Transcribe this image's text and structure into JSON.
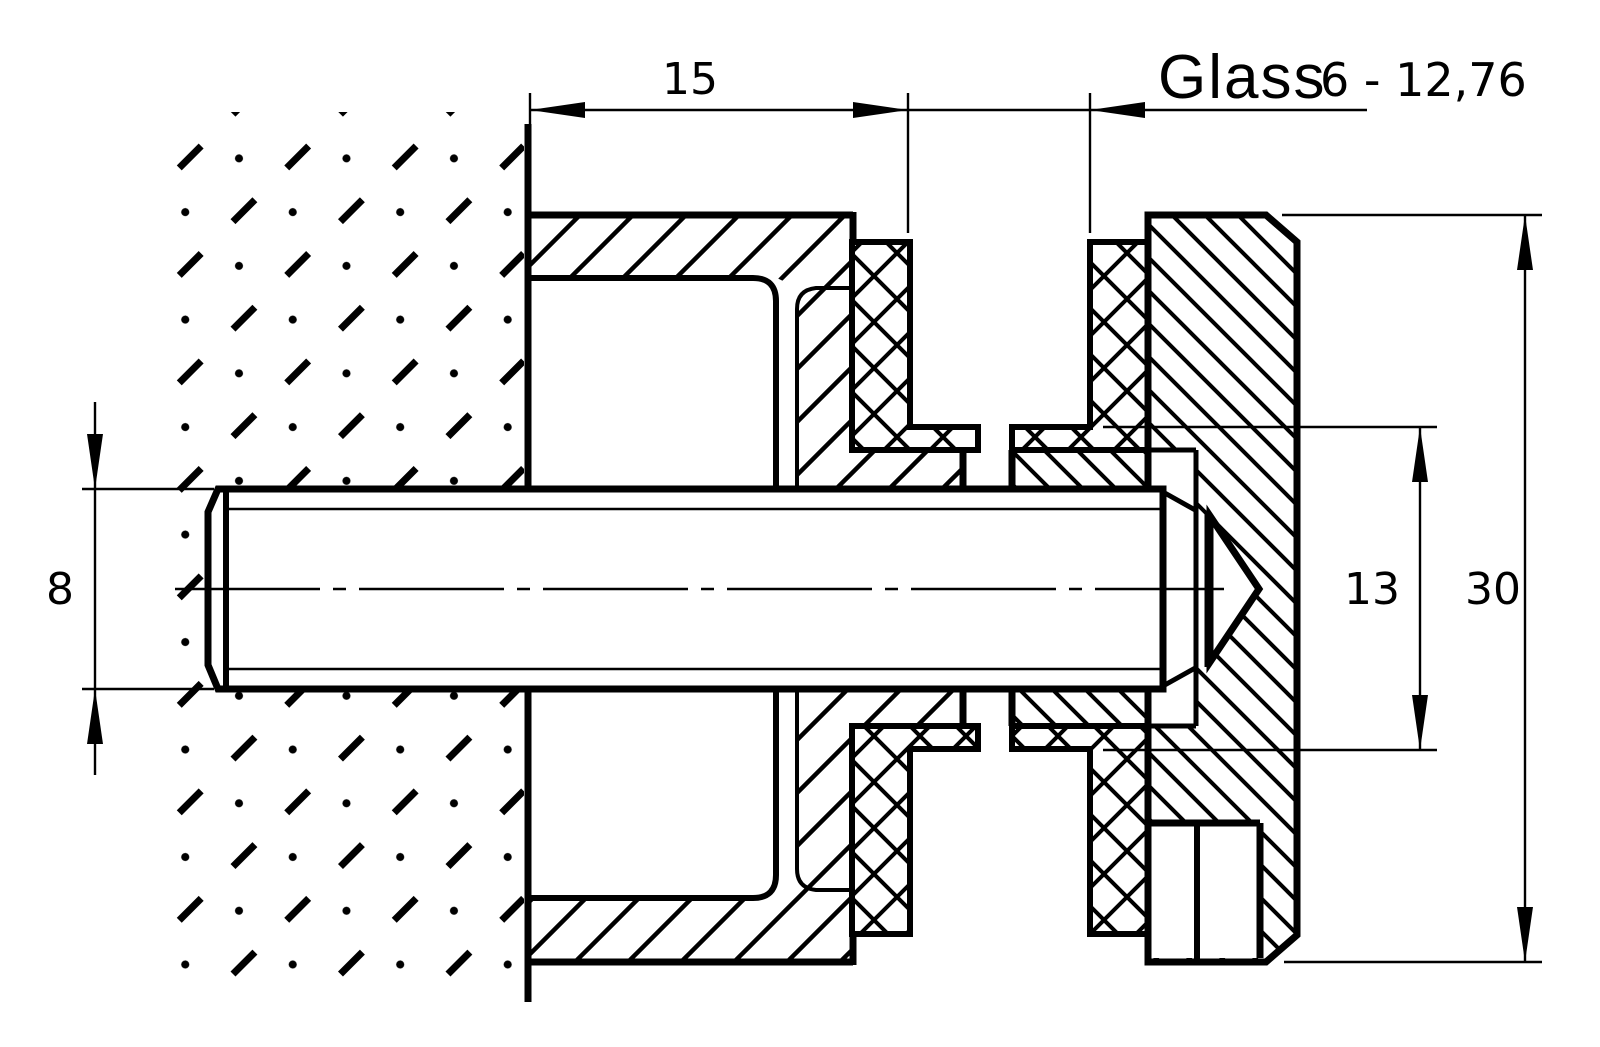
{
  "drawing": {
    "type": "technical-cross-section",
    "glass_label": {
      "word": "Glass",
      "range": "6 - 12,76"
    },
    "dimensions": {
      "standoff": "15",
      "stud_diameter": "8",
      "inner_bore": "13",
      "outer_diameter": "30"
    },
    "colors": {
      "ink": "#000000",
      "background": "#ffffff"
    }
  }
}
